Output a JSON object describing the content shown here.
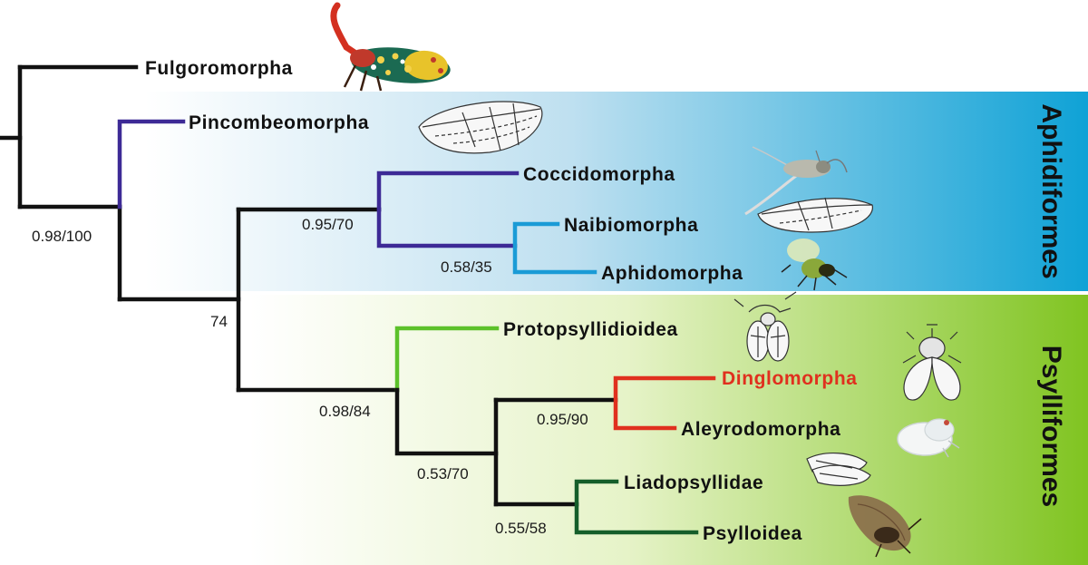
{
  "clades": {
    "aphidiformes": {
      "label": "Aphidiformes",
      "gradient": [
        "#ffffff",
        "#bfe0f0",
        "#0fa2d6"
      ]
    },
    "psylliformes": {
      "label": "Psylliformes",
      "gradient": [
        "#ffffff",
        "#e6f3c8",
        "#80c421"
      ]
    }
  },
  "taxa": {
    "fulgoromorpha": {
      "label": "Fulgoromorpha",
      "color": "#111111"
    },
    "pincombeomorpha": {
      "label": "Pincombeomorpha",
      "color": "#111111"
    },
    "coccidomorpha": {
      "label": "Coccidomorpha",
      "color": "#111111"
    },
    "naibiomorpha": {
      "label": "Naibiomorpha",
      "color": "#111111"
    },
    "aphidomorpha": {
      "label": "Aphidomorpha",
      "color": "#111111"
    },
    "protopsyllidioidea": {
      "label": "Protopsyllidioidea",
      "color": "#111111"
    },
    "dinglomorpha": {
      "label": "Dinglomorpha",
      "color": "#e0301e"
    },
    "aleyrodomorpha": {
      "label": "Aleyrodomorpha",
      "color": "#111111"
    },
    "liadopsyllidae": {
      "label": "Liadopsyllidae",
      "color": "#111111"
    },
    "psylloidea": {
      "label": "Psylloidea",
      "color": "#111111"
    }
  },
  "support": {
    "sternorrhyncha": "0.98/100",
    "core": "74",
    "coccid_aphid": "0.95/70",
    "naib_aphid": "0.58/35",
    "psylliformes": "0.98/84",
    "inner": "0.53/70",
    "ding_aley": "0.95/90",
    "liad_psyl": "0.55/58"
  },
  "branch_colors": {
    "default": "#111111",
    "pincombeomorpha": "#3d2a96",
    "coccidomorpha": "#3d2a96",
    "naibio_aphido": "#1a9bd6",
    "protopsyllidioidea": "#5cc12a",
    "dinglo_aleyro": "#e0301e",
    "liado_psylloidea": "#155e2a"
  }
}
